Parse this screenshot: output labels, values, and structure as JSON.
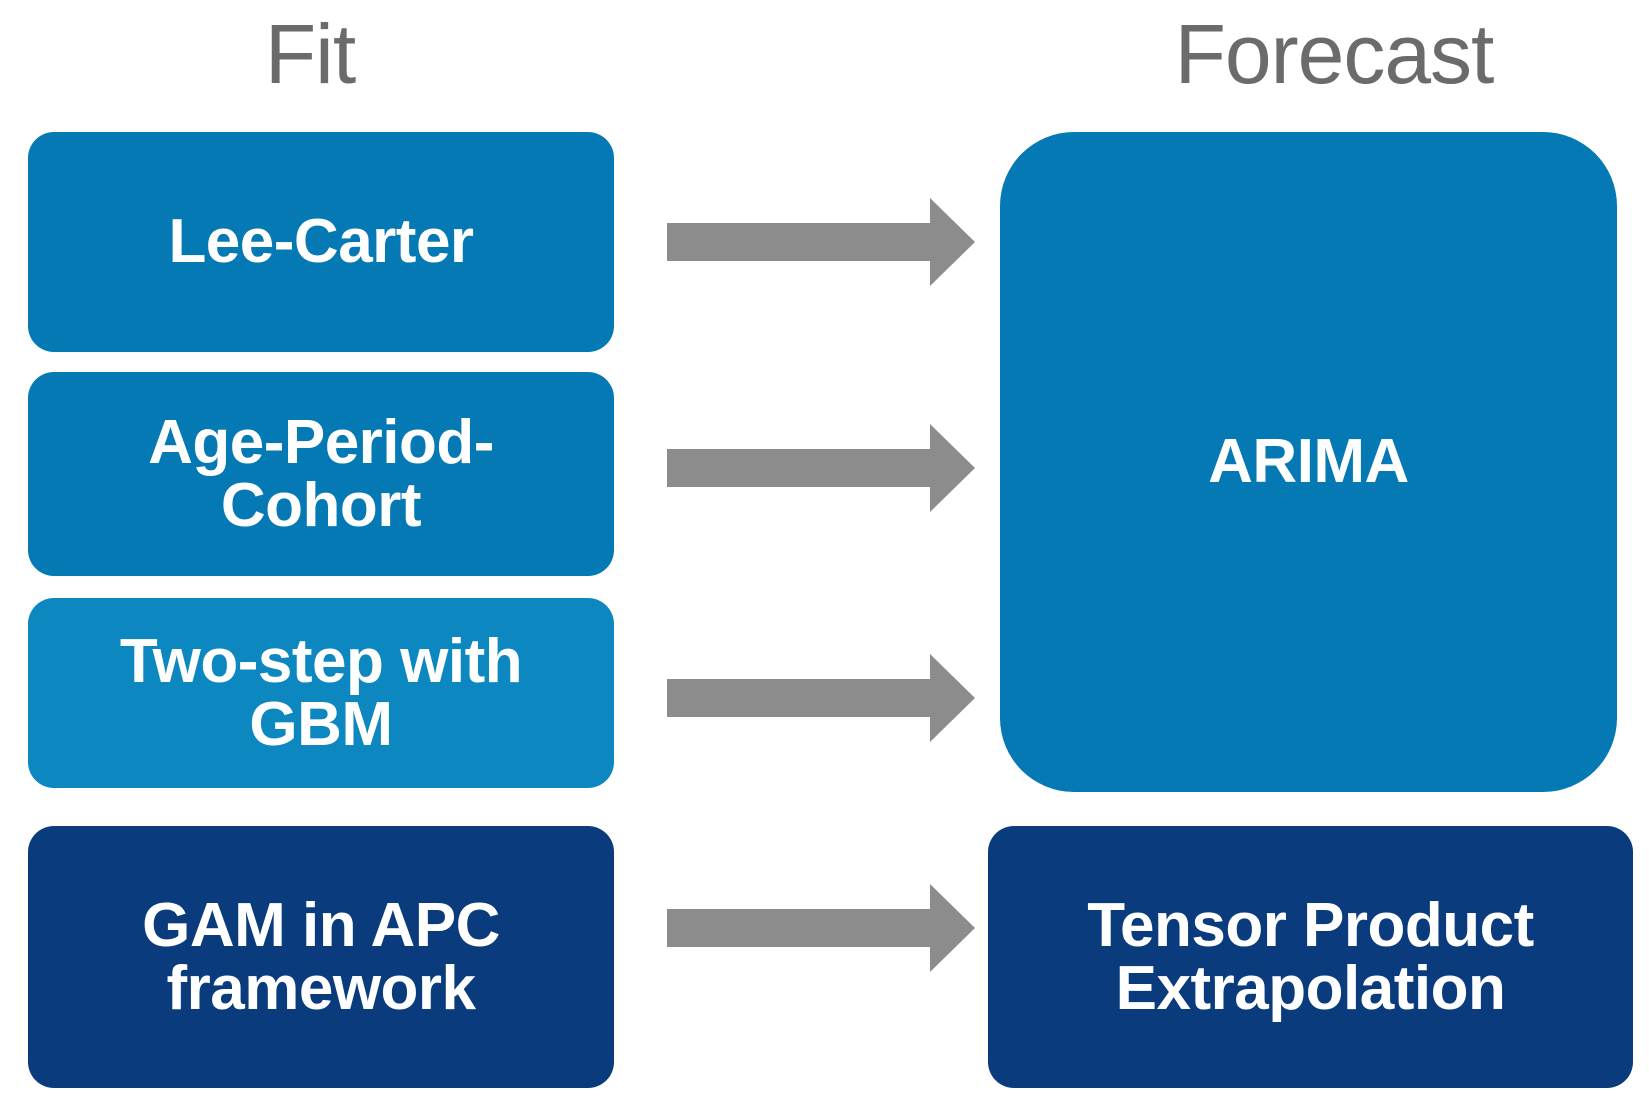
{
  "figure": {
    "title": "Mortality model fitting and forecasting approaches",
    "type": "flow-diagram",
    "background": "#ffffff",
    "colors": {
      "light_blue": "#0579b4",
      "mid_blue": "#0c87c0",
      "dark_blue": "#0a3b7c",
      "arrow_gray": "#8c8c8c",
      "header_gray": "#6b6b6b",
      "node_text": "#ffffff"
    }
  },
  "columns": {
    "fit": {
      "header": "Fit"
    },
    "forecast": {
      "header": "Forecast"
    }
  },
  "fit_nodes": [
    {
      "id": "lee-carter",
      "label": "Lee-Carter",
      "color": "#0579b4"
    },
    {
      "id": "age-period-cohort",
      "label": "Age-Period-\nCohort",
      "color": "#0579b4"
    },
    {
      "id": "two-step-gbm",
      "label": "Two-step with\nGBM",
      "color": "#0c87c0"
    },
    {
      "id": "gam-apc",
      "label": "GAM in APC\nframework",
      "color": "#0a3b7c"
    }
  ],
  "forecast_nodes": [
    {
      "id": "arima",
      "label": "ARIMA",
      "color": "#0579b4"
    },
    {
      "id": "tensor-product",
      "label": "Tensor Product\nExtrapolation",
      "color": "#0a3b7c"
    }
  ],
  "arrows": [
    {
      "id": "arrow-lee-carter-to-arima",
      "from": "lee-carter",
      "to": "arima",
      "label": "",
      "color": "#8c8c8c"
    },
    {
      "id": "arrow-apc-to-arima",
      "from": "age-period-cohort",
      "to": "arima",
      "label": "",
      "color": "#8c8c8c"
    },
    {
      "id": "arrow-two-step-to-arima",
      "from": "two-step-gbm",
      "to": "arima",
      "label": "",
      "color": "#8c8c8c"
    },
    {
      "id": "arrow-gam-to-tensor",
      "from": "gam-apc",
      "to": "tensor-product",
      "label": "",
      "color": "#8c8c8c"
    }
  ]
}
